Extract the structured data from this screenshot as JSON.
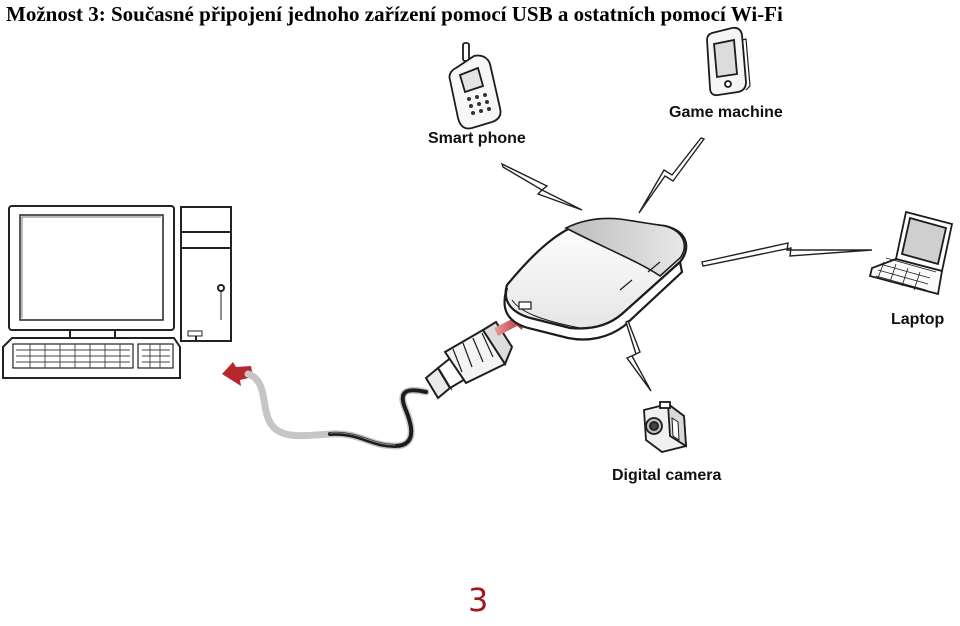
{
  "title": "Možnost 3: Současné připojení jednoho zařízení pomocí USB a ostatních pomocí Wi-Fi",
  "devices": {
    "smart_phone": "Smart phone",
    "game_machine": "Game machine",
    "laptop": "Laptop",
    "digital_camera": "Digital camera"
  },
  "page_number": "3",
  "colors": {
    "accent": "#b5282e",
    "page_number": "#a0181c",
    "line": "#222222",
    "cable_fade": "#c8c8c8"
  },
  "icons": [
    "desktop-computer-icon",
    "mobile-wifi-router-icon",
    "smart-phone-icon",
    "game-machine-icon",
    "laptop-icon",
    "digital-camera-icon",
    "usb-plug-icon",
    "usb-cable-icon",
    "arrow-icon",
    "wireless-signal-icon"
  ]
}
